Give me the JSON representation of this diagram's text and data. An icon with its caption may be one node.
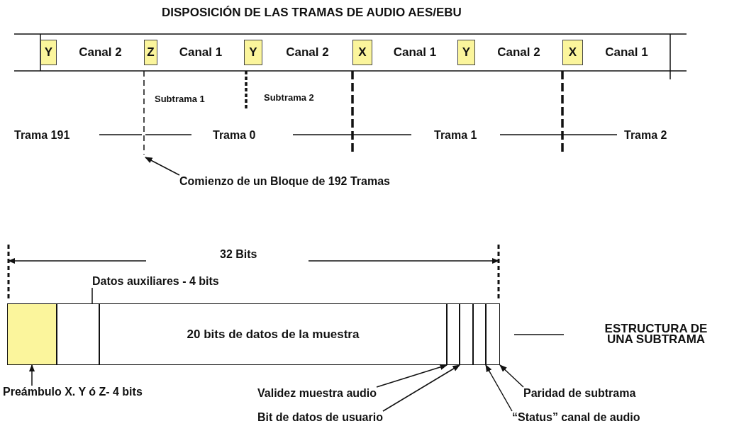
{
  "diagram": {
    "title": "DISPOSICIÓN DE LAS TRAMAS DE AUDIO  AES/EBU",
    "nodes": [
      {
        "text": [
          "Y"
        ]
      },
      {
        "text": [
          "Canal 2"
        ]
      },
      {
        "text": [
          "Z"
        ]
      },
      {
        "text": [
          "Canal 1"
        ]
      },
      {
        "text": [
          "Y"
        ]
      },
      {
        "text": [
          "Canal 2"
        ]
      },
      {
        "text": [
          "X"
        ]
      },
      {
        "text": [
          "Canal 1"
        ]
      },
      {
        "text": [
          "Y"
        ]
      },
      {
        "text": [
          "Canal 2"
        ]
      },
      {
        "text": [
          "X"
        ]
      },
      {
        "text": [
          "Canal 1"
        ]
      },
      {
        "text": [
          "Comienzo de un Bloque de 192 Tramas"
        ]
      },
      {
        "text": [],
        "shape": "box"
      },
      {
        "text": [],
        "shape": "box"
      },
      {
        "text": [
          "20 bits de datos de la muestra"
        ]
      },
      {
        "text": [],
        "shape": "box"
      },
      {
        "text": [],
        "shape": "box"
      },
      {
        "text": [],
        "shape": "box"
      },
      {
        "text": [],
        "shape": "box"
      },
      {
        "text": [
          "Preámbulo X. Y ó Z-  4 bits"
        ]
      },
      {
        "text": [
          "Datos auxiliares -  4 bits"
        ]
      },
      {
        "text": [
          "Validez muestra audio"
        ]
      },
      {
        "text": [
          "Bit de datos de usuario"
        ]
      },
      {
        "text": [
          "“Status” canal de audio"
        ]
      },
      {
        "text": [
          "Paridad de subtrama"
        ]
      }
    ],
    "edges": [
      {
        "from": 12,
        "to": null,
        "arrow": "to"
      },
      {
        "from": 20,
        "to": 13,
        "arrow": "to"
      },
      {
        "from": 21,
        "to": 14,
        "arrow": "none"
      },
      {
        "from": 22,
        "to": 16,
        "arrow": "to"
      },
      {
        "from": 23,
        "to": 17,
        "arrow": "to"
      },
      {
        "from": 24,
        "to": 18,
        "arrow": "to"
      },
      {
        "from": 25,
        "to": 19,
        "arrow": "to"
      }
    ],
    "labels": [
      "Subtrama 1",
      "Subtrama 2",
      "Trama 191",
      "Trama 0",
      "Trama 1",
      "Trama 2",
      "32 Bits",
      "ESTRUCTURA DE UNA SUBTRAMA"
    ]
  }
}
